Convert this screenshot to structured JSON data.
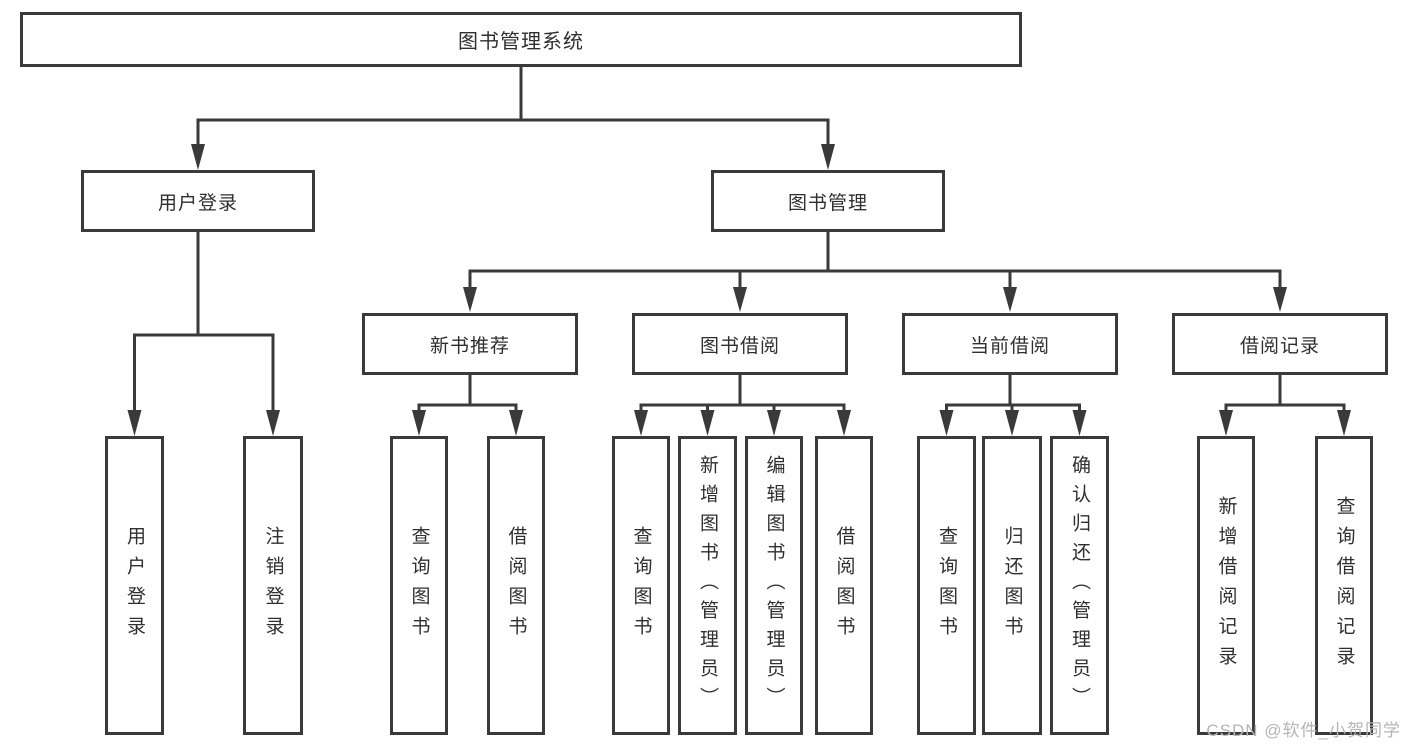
{
  "diagram": {
    "root": {
      "label": "图书管理系统"
    },
    "branches": [
      {
        "label": "用户登录",
        "children": [
          {
            "label": "用户登录"
          },
          {
            "label": "注销登录"
          }
        ]
      },
      {
        "label": "图书管理",
        "groups": [
          {
            "label": "新书推荐",
            "children": [
              {
                "label": "查询图书"
              },
              {
                "label": "借阅图书"
              }
            ]
          },
          {
            "label": "图书借阅",
            "children": [
              {
                "label": "查询图书"
              },
              {
                "label": "新增图书（管理员）"
              },
              {
                "label": "编辑图书（管理员）"
              },
              {
                "label": "借阅图书"
              }
            ]
          },
          {
            "label": "当前借阅",
            "children": [
              {
                "label": "查询图书"
              },
              {
                "label": "归还图书"
              },
              {
                "label": "确认归还（管理员）"
              }
            ]
          },
          {
            "label": "借阅记录",
            "children": [
              {
                "label": "新增借阅记录"
              },
              {
                "label": "查询借阅记录"
              }
            ]
          }
        ]
      }
    ]
  },
  "watermark": {
    "text": "CSDN @软件_小贺同学"
  },
  "colors": {
    "line": "#3a3a3a",
    "box_border": "#3a3a3a",
    "text": "#2f2f2f",
    "background": "#ffffff",
    "watermark": "#b5b5b5"
  }
}
